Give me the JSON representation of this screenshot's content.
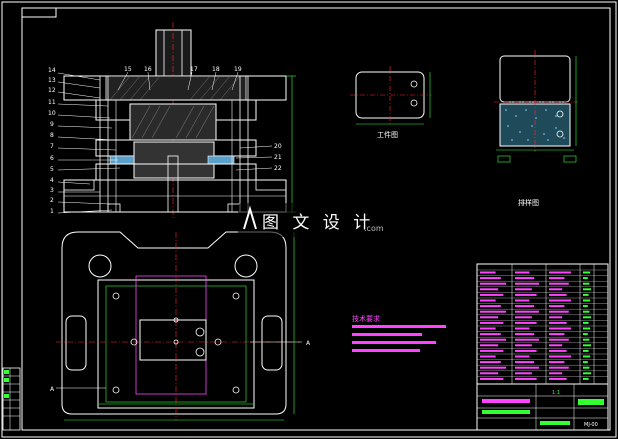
{
  "colors": {
    "background": "#000000",
    "frame": "#ffffff",
    "outline": "#ffffff",
    "centerline": "#ff2a2a",
    "dimension": "#33ff33",
    "callout": "#ffffff",
    "highlight": "#ff44ff",
    "cyan": "#00ffff",
    "yellow": "#ffff00",
    "hatch": "#5aa0c8"
  },
  "section_view": {
    "callouts_left": [
      "14",
      "13",
      "12",
      "11",
      "10",
      "9",
      "8",
      "7",
      "6",
      "5",
      "4",
      "3",
      "2",
      "1"
    ],
    "callouts_top": [
      "15",
      "16",
      "17",
      "18",
      "19"
    ],
    "callouts_right": [
      "20",
      "21",
      "22"
    ]
  },
  "part_view": {
    "label": "工件图"
  },
  "strip_view": {
    "label": "排样图"
  },
  "watermark": {
    "text": "图 文 设 计",
    "domain": ".com"
  },
  "tech_notes": {
    "title": "技术要求"
  },
  "title_block": {
    "scale": "1:1",
    "drawing_no": "MJ-00"
  },
  "plan_view": {
    "section_mark_left": "A",
    "section_mark_right": "A"
  }
}
